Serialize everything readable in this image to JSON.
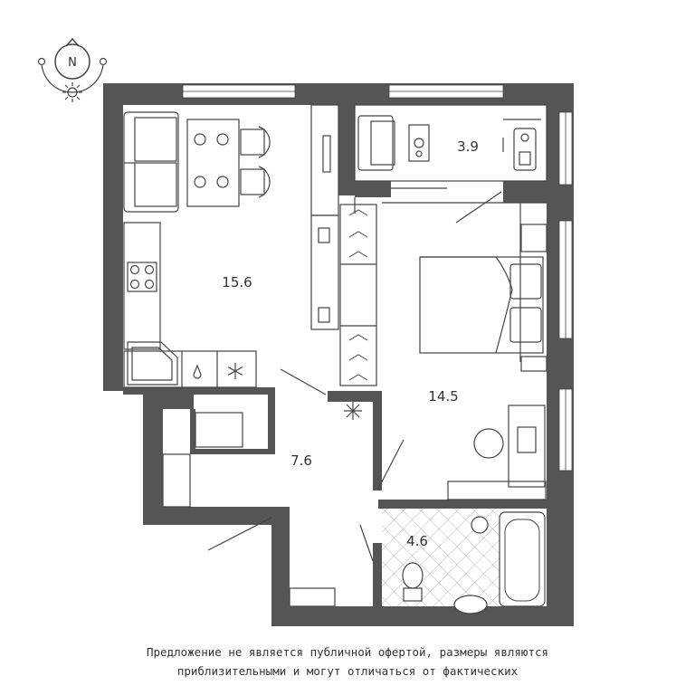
{
  "compass": {
    "letter": "N"
  },
  "rooms": {
    "living_kitchen": {
      "area": "15.6"
    },
    "hallway": {
      "area": "7.6"
    },
    "bedroom": {
      "area": "14.5"
    },
    "balcony": {
      "area": "3.9"
    },
    "bathroom": {
      "area": "4.6"
    }
  },
  "disclaimer": {
    "line1": "Предложение не является публичной офертой, размеры являются",
    "line2": "приблизительными и могут отличаться от фактических"
  },
  "colors": {
    "wall": "#555555",
    "line": "#444444",
    "window": "#ffffff"
  }
}
